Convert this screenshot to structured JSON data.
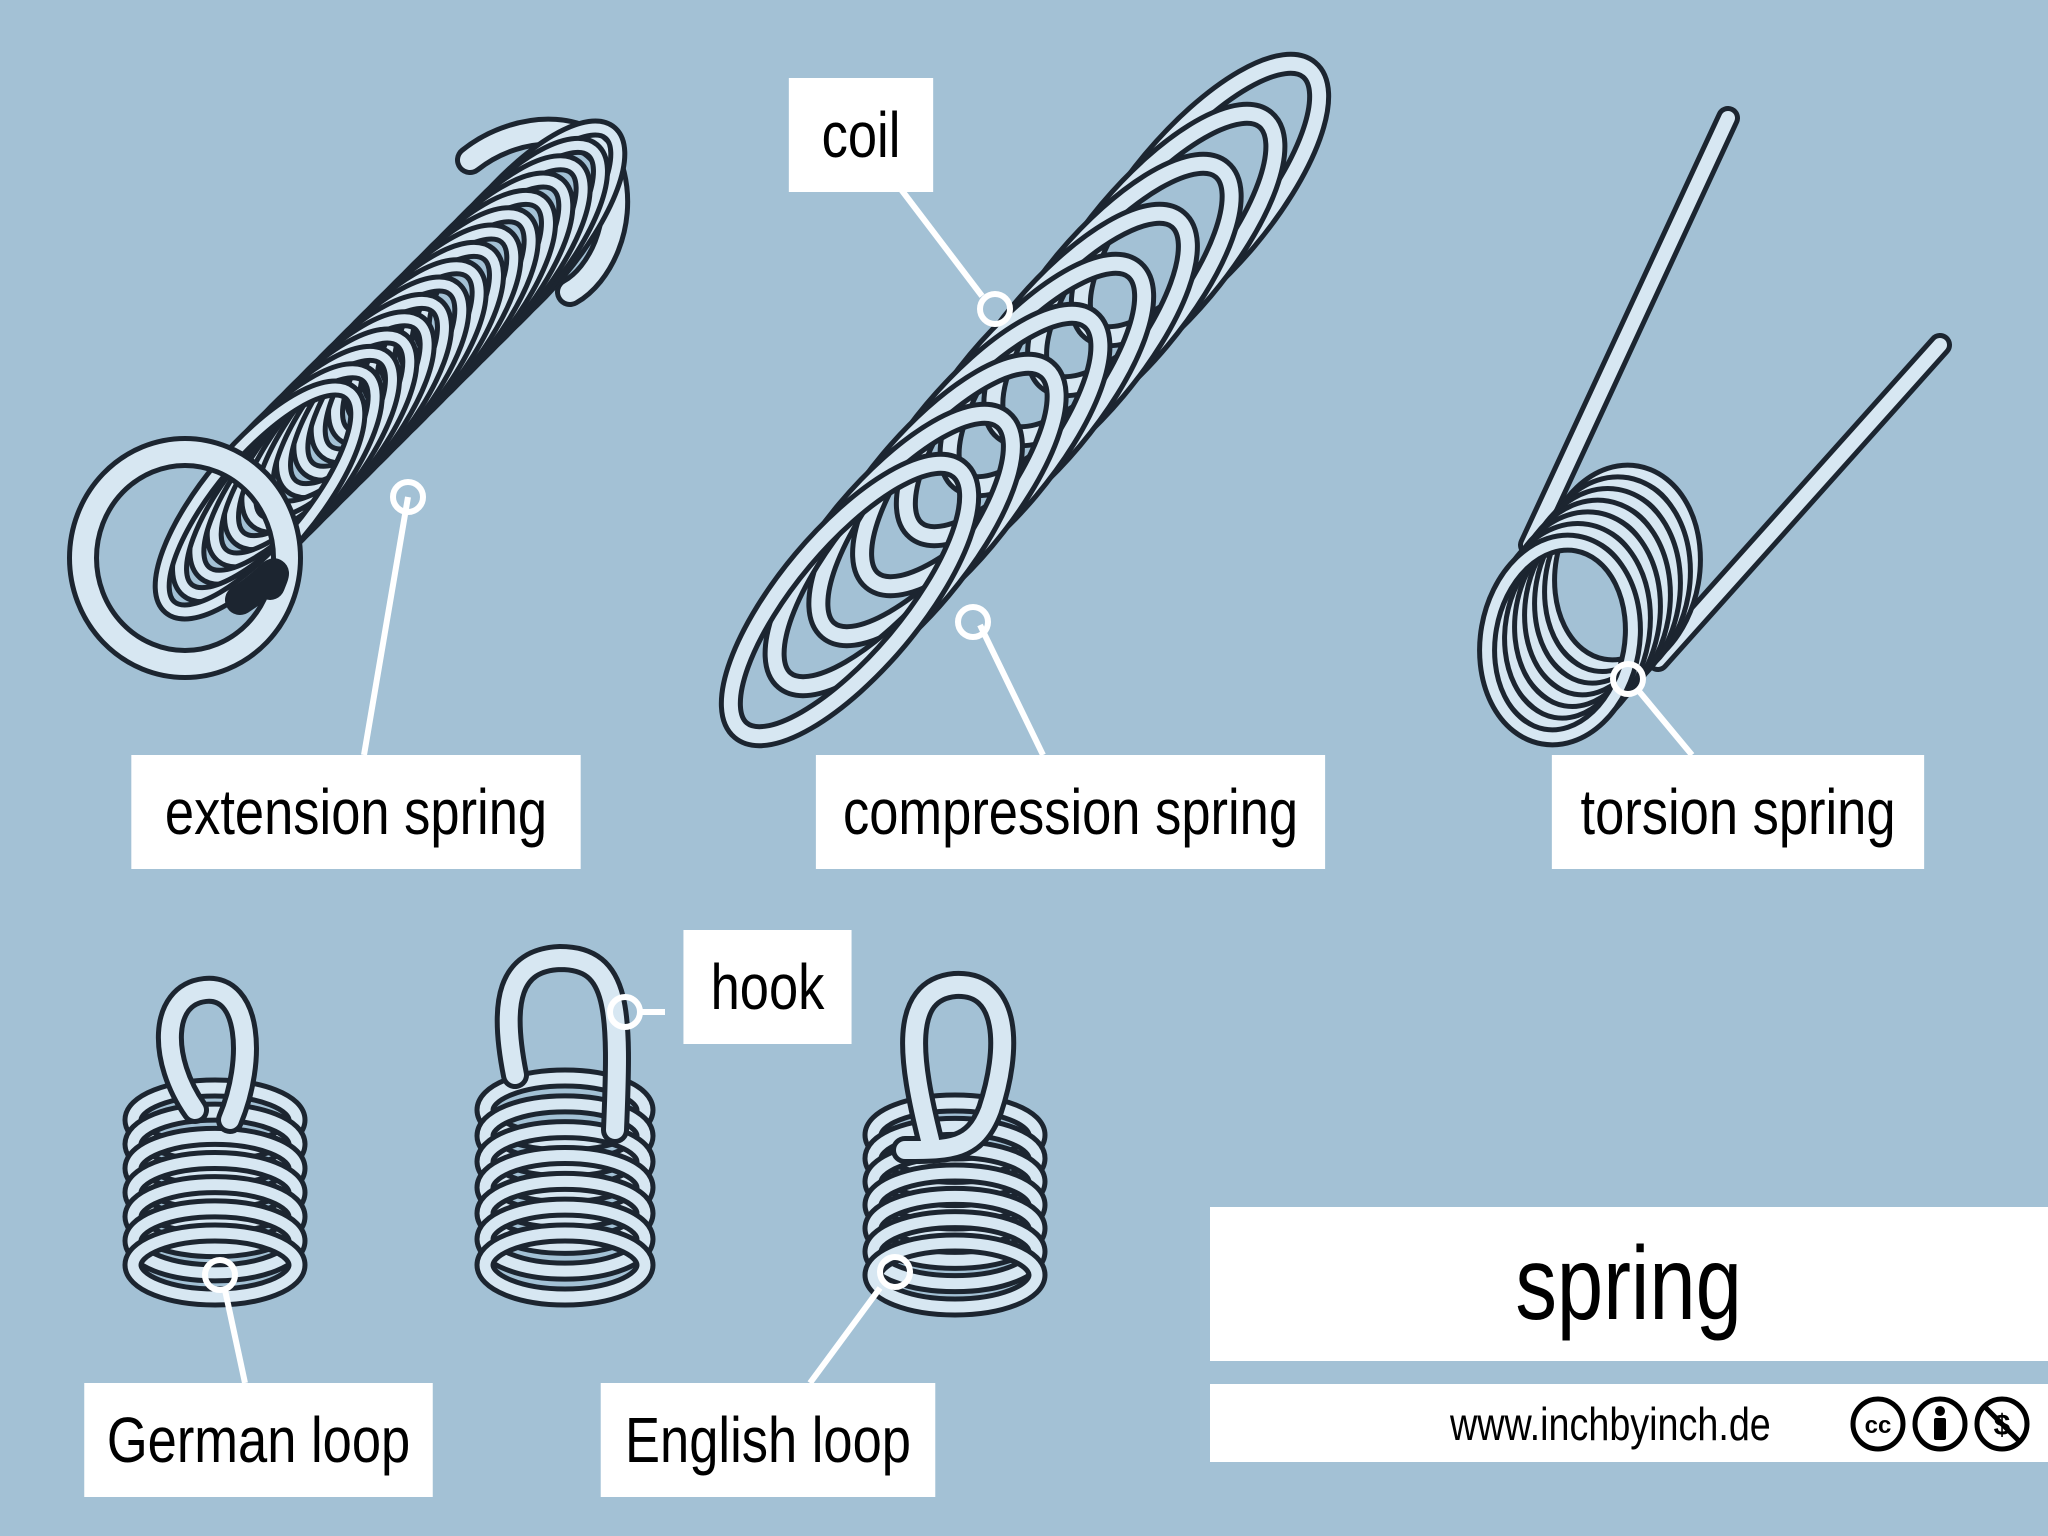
{
  "title": "spring",
  "website": "www.inchbyinch.de",
  "labels": {
    "coil": "coil",
    "extension_spring": "extension spring",
    "compression_spring": "compression spring",
    "torsion_spring": "torsion spring",
    "hook": "hook",
    "german_loop": "German loop",
    "english_loop": "English loop"
  },
  "colors": {
    "background": "#a3c1d5",
    "wire_fill": "#d7e7f2",
    "wire_outline": "#1c2530",
    "label_bg": "#ffffff",
    "leader_line": "#ffffff"
  },
  "license_icons": [
    "cc-icon",
    "attribution-icon",
    "noncommercial-icon"
  ]
}
